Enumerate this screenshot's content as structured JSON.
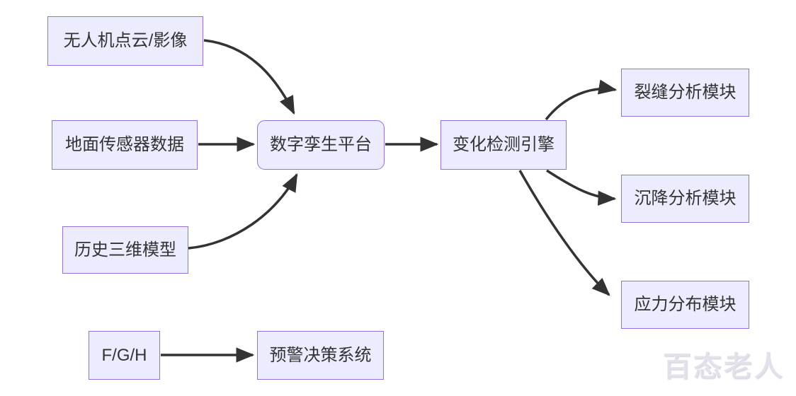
{
  "diagram": {
    "type": "flowchart",
    "direction": "left-to-right",
    "nodes": [
      {
        "id": "A",
        "label": "无人机点云/影像",
        "shape": "rect"
      },
      {
        "id": "B",
        "label": "地面传感器数据",
        "shape": "rect"
      },
      {
        "id": "C",
        "label": "历史三维模型",
        "shape": "rect"
      },
      {
        "id": "D",
        "label": "数字孪生平台",
        "shape": "rounded"
      },
      {
        "id": "E",
        "label": "变化检测引擎",
        "shape": "rect"
      },
      {
        "id": "E1",
        "label": "裂缝分析模块",
        "shape": "rect"
      },
      {
        "id": "E2",
        "label": "沉降分析模块",
        "shape": "rect"
      },
      {
        "id": "E3",
        "label": "应力分布模块",
        "shape": "rect"
      },
      {
        "id": "F",
        "label": "F/G/H",
        "shape": "rect"
      },
      {
        "id": "G",
        "label": "预警决策系统",
        "shape": "rect"
      }
    ],
    "edges": [
      {
        "from": "无人机点云/影像",
        "to": "数字孪生平台"
      },
      {
        "from": "地面传感器数据",
        "to": "数字孪生平台"
      },
      {
        "from": "历史三维模型",
        "to": "数字孪生平台"
      },
      {
        "from": "数字孪生平台",
        "to": "变化检测引擎"
      },
      {
        "from": "变化检测引擎",
        "to": "裂缝分析模块"
      },
      {
        "from": "变化检测引擎",
        "to": "沉降分析模块"
      },
      {
        "from": "变化检测引擎",
        "to": "应力分布模块"
      },
      {
        "from": "F/G/H",
        "to": "预警决策系统"
      }
    ],
    "colors": {
      "node_fill": "#ECECFF",
      "node_border": "#9370DB",
      "edge": "#333333",
      "text": "#333333",
      "background": "#FFFFFF"
    }
  },
  "watermark": {
    "text": "百态老人"
  }
}
